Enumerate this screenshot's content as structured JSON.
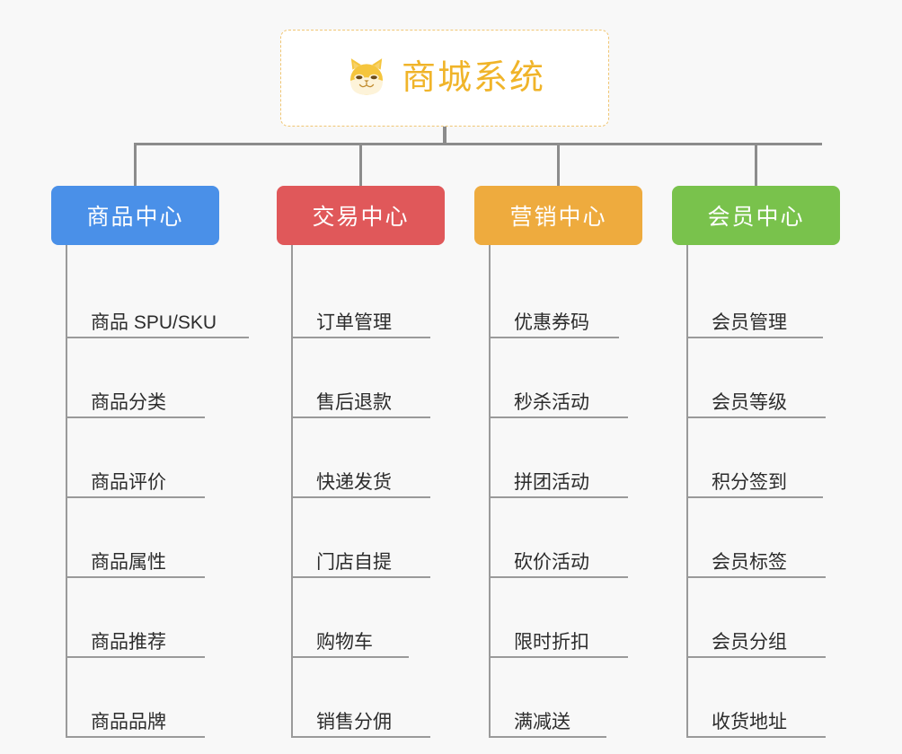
{
  "diagram": {
    "type": "org-chart",
    "background_color": "#f8f8f8",
    "root": {
      "title": "商城系统",
      "icon": "shiba-dog-icon",
      "text_color": "#f0b429",
      "border_color": "#f0c674",
      "background_color": "#ffffff"
    },
    "branches": [
      {
        "label": "商品中心",
        "color": "#4a90e8",
        "items": [
          "商品 SPU/SKU",
          "商品分类",
          "商品评价",
          "商品属性",
          "商品推荐",
          "商品品牌"
        ]
      },
      {
        "label": "交易中心",
        "color": "#e0585a",
        "items": [
          "订单管理",
          "售后退款",
          "快递发货",
          "门店自提",
          "购物车",
          "销售分佣"
        ]
      },
      {
        "label": "营销中心",
        "color": "#eeab3e",
        "items": [
          "优惠券码",
          "秒杀活动",
          "拼团活动",
          "砍价活动",
          "限时折扣",
          "满减送"
        ]
      },
      {
        "label": "会员中心",
        "color": "#79c24c",
        "items": [
          "会员管理",
          "会员等级",
          "积分签到",
          "会员标签",
          "会员分组",
          "收货地址"
        ]
      }
    ],
    "connector_color": "#8c8c8c",
    "leaf_line_color": "#9a9a9a",
    "leaf_text_color": "#2c2c2c"
  }
}
